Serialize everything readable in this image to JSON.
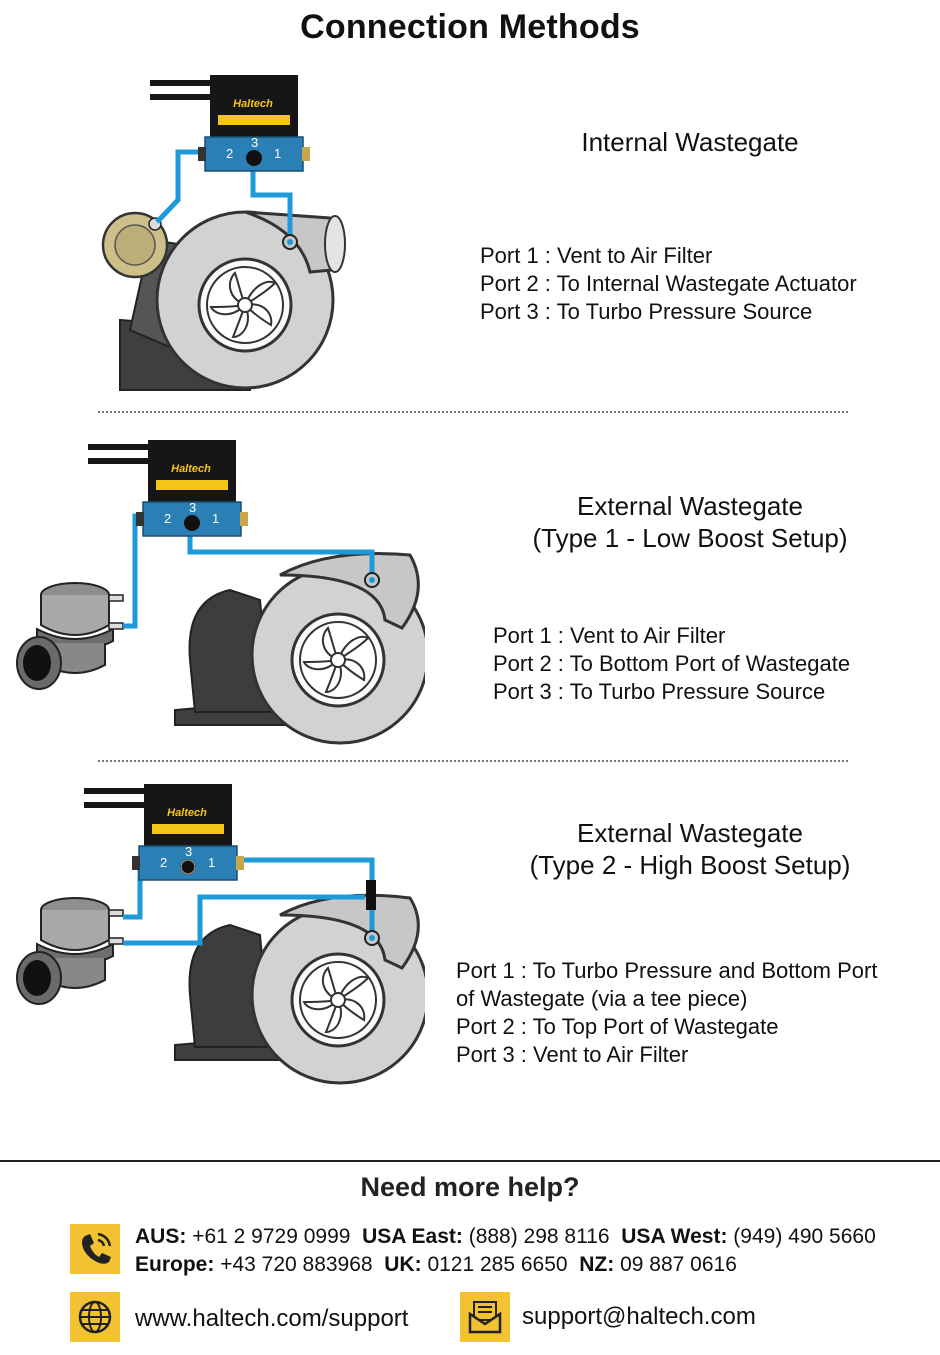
{
  "title": "Connection Methods",
  "sections": [
    {
      "title_lines": [
        "Internal Wastegate"
      ],
      "ports": [
        "Port 1 : Vent to Air Filter",
        "Port 2 : To Internal Wastegate Actuator",
        "Port 3 : To Turbo Pressure Source"
      ]
    },
    {
      "title_lines": [
        "External Wastegate",
        "(Type 1 - Low Boost Setup)"
      ],
      "ports": [
        "Port 1 : Vent to Air Filter",
        "Port 2 : To Bottom Port of Wastegate",
        "Port 3 : To Turbo Pressure Source"
      ]
    },
    {
      "title_lines": [
        "External Wastegate",
        "(Type 2 - High Boost Setup)"
      ],
      "ports": [
        "Port 1 : To Turbo Pressure and Bottom Port",
        "of Wastegate (via a tee piece)",
        "Port 2 : To Top Port of Wastegate",
        "Port 3 : Vent to Air Filter"
      ]
    }
  ],
  "solenoid": {
    "brand": "Haltech",
    "port_labels": [
      "2",
      "3",
      "1"
    ]
  },
  "help": {
    "title": "Need more help?",
    "phones": [
      [
        {
          "region": "AUS:",
          "number": "+61 2 9729 0999"
        },
        {
          "region": "USA East:",
          "number": "(888) 298 8116"
        },
        {
          "region": "USA West:",
          "number": "(949) 490 5660"
        }
      ],
      [
        {
          "region": "Europe:",
          "number": "+43 720 883968"
        },
        {
          "region": "UK:",
          "number": "0121 285 6650"
        },
        {
          "region": "NZ:",
          "number": "09 887 0616"
        }
      ]
    ],
    "website": "www.haltech.com/support",
    "email": "support@haltech.com"
  },
  "icons": {
    "phone": "phone-icon",
    "web": "globe-icon",
    "mail": "mail-icon"
  },
  "colors": {
    "hose": "#1e9ad8",
    "solenoid_body": "#2a7fb5",
    "label_yellow": "#f5c518",
    "icon_yellow": "#f3c230",
    "turbo": "#c8c8c8",
    "housing": "#555555"
  }
}
